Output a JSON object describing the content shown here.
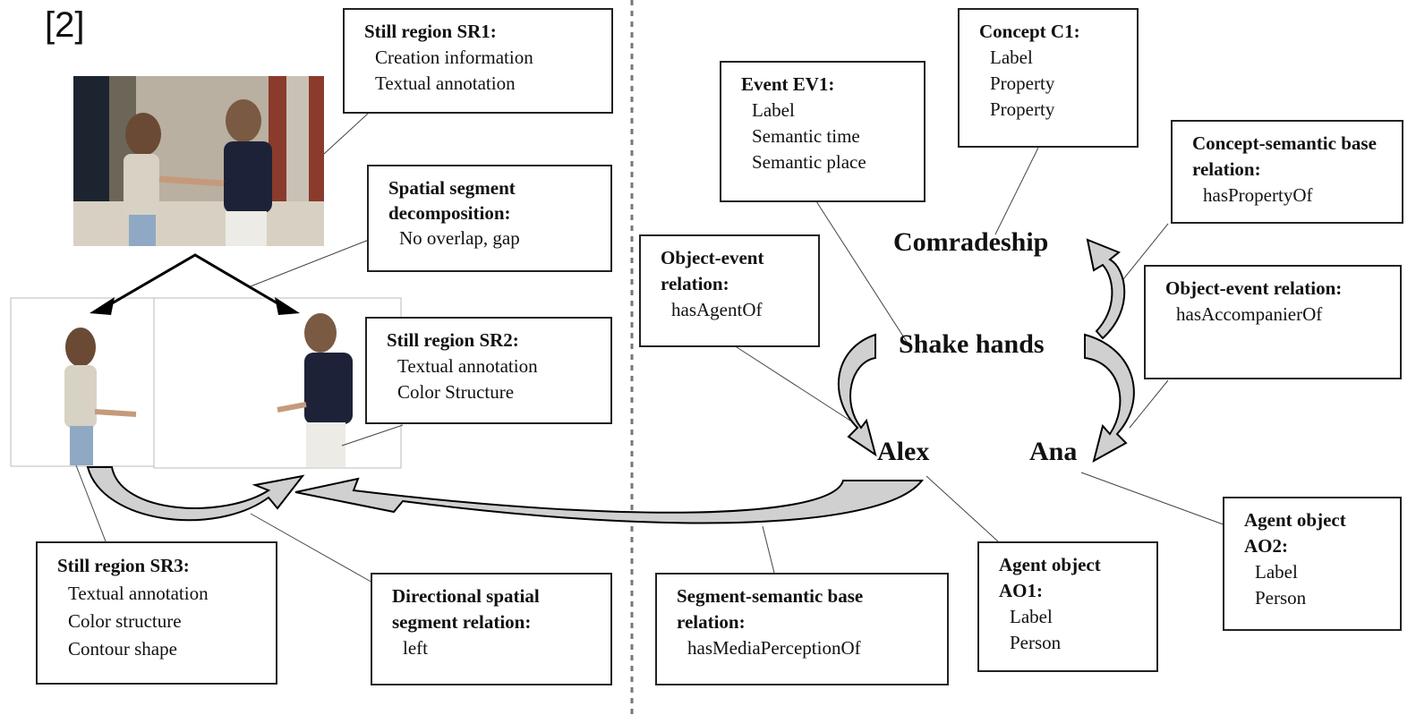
{
  "figure_ref": "[2]",
  "boxes": {
    "sr1": {
      "title": "Still region SR1:",
      "lines": [
        "Creation information",
        "Textual annotation"
      ]
    },
    "spatial_decomp": {
      "title": "Spatial segment decomposition:",
      "lines": [
        "No overlap, gap"
      ]
    },
    "sr2": {
      "title": "Still region SR2:",
      "lines": [
        "Textual annotation",
        "Color Structure"
      ]
    },
    "sr3": {
      "title": "Still region SR3:",
      "lines": [
        "Textual annotation",
        "Color structure",
        "Contour shape"
      ]
    },
    "directional": {
      "title": "Directional spatial segment relation:",
      "lines": [
        "left"
      ]
    },
    "event_ev1": {
      "title": "Event EV1:",
      "lines": [
        "Label",
        "Semantic time",
        "Semantic place"
      ]
    },
    "concept_c1": {
      "title": "Concept C1:",
      "lines": [
        "Label",
        "Property",
        "Property"
      ]
    },
    "concept_semantic": {
      "title": "Concept-semantic base relation:",
      "lines": [
        "hasPropertyOf"
      ]
    },
    "obj_event_agent": {
      "title": "Object-event relation:",
      "lines": [
        "hasAgentOf"
      ]
    },
    "obj_event_accomp": {
      "title": "Object-event relation:",
      "lines": [
        "hasAccompanierOf"
      ]
    },
    "segment_semantic": {
      "title": "Segment-semantic base relation:",
      "lines": [
        "hasMediaPerceptionOf"
      ]
    },
    "agent_ao1": {
      "title": "Agent object AO1:",
      "lines": [
        "Label",
        "Person"
      ]
    },
    "agent_ao2": {
      "title": "Agent object AO2:",
      "lines": [
        "Label",
        "Person"
      ]
    }
  },
  "nodes": {
    "comradeship": "Comradeship",
    "shake_hands": "Shake hands",
    "alex": "Alex",
    "ana": "Ana"
  }
}
